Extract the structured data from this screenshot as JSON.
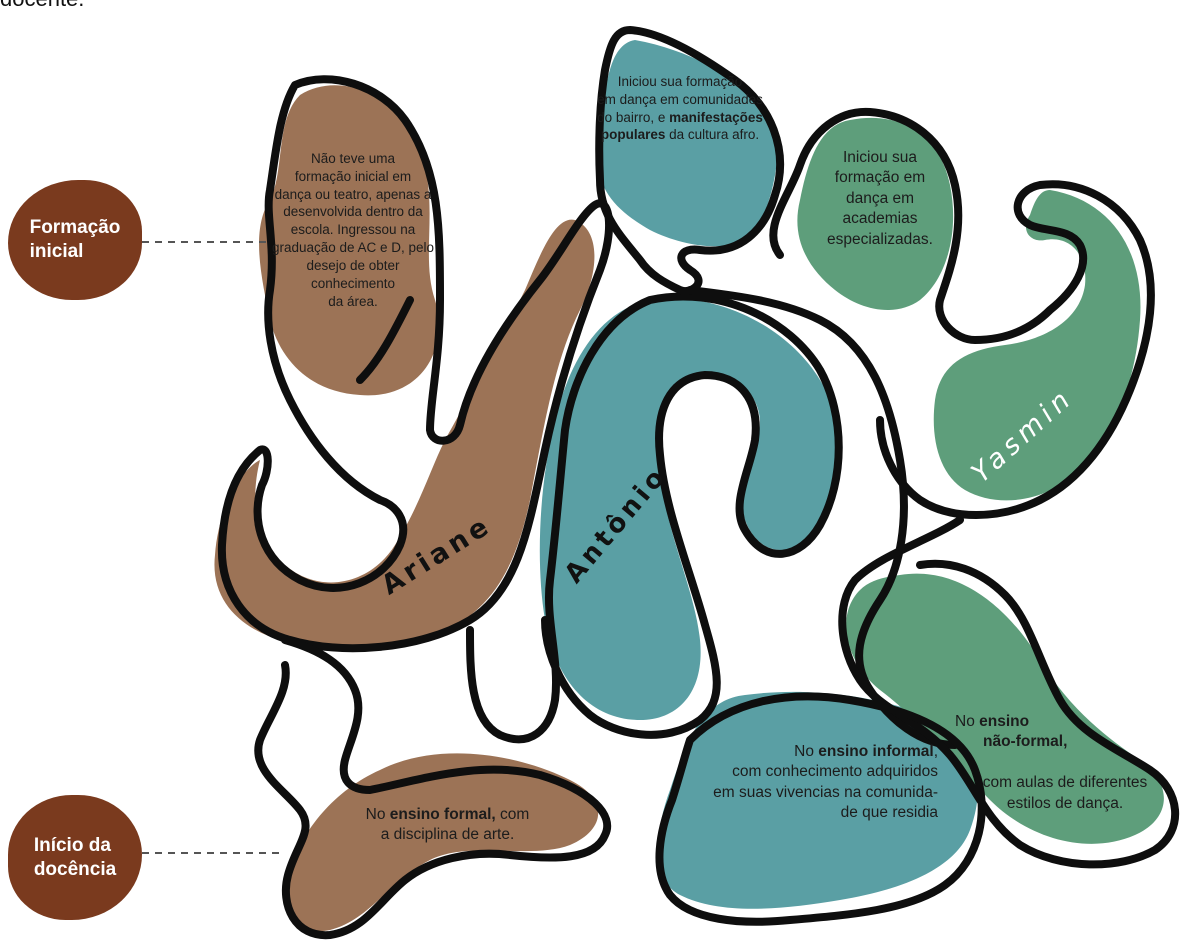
{
  "header_fragment": "docente.",
  "labels": {
    "formacao": "Formação\ninicial",
    "inicio": "Início da\ndocência"
  },
  "names": {
    "ariane": "Ariane",
    "antonio": "Antônio",
    "yasmin": "Yasmin"
  },
  "ariane": {
    "formacao_text": "Não teve uma\nformação inicial em\ndança ou teatro, apenas a\ndesenvolvida dentro da\nescola. Ingressou na\ngraduação de AC e D, pelo\ndesejo de obter\nconhecimento\nda área.",
    "docencia_pre": "No ",
    "docencia_bold": "ensino formal,",
    "docencia_post": " com\na disciplina de arte."
  },
  "antonio": {
    "formacao_pre": "Iniciou sua formação\nem dança em comunidades\ndo bairro, e ",
    "formacao_bold1": "manifestações",
    "formacao_bold2": "populares",
    "formacao_post": " da cultura afro.",
    "docencia_pre": "No ",
    "docencia_bold": "ensino informal",
    "docencia_post": ",\ncom conhecimento adquiridos\nem suas vivencias na comunida-\nde que residia"
  },
  "yasmin": {
    "formacao_text": "Iniciou sua\nformação em\ndança em\nacademias\nespecializadas.",
    "docencia_pre": "No ",
    "docencia_bold1": "ensino",
    "docencia_bold2": "não-formal,",
    "docencia_post": "\ncom aulas de diferentes\nestilos de dança."
  },
  "colors": {
    "ariane": "#9c7356",
    "antonio": "#5a9fa4",
    "yasmin": "#5e9e7b",
    "label_circle": "#7a3a1e",
    "outline": "#0e0e0e"
  }
}
